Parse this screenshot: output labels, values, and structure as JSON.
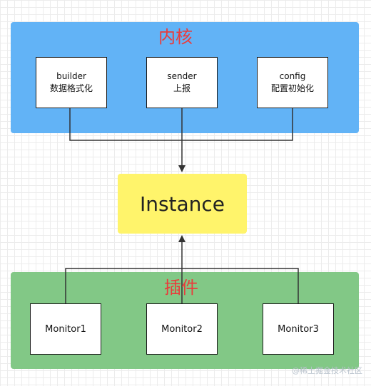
{
  "groups": {
    "core": {
      "title": "内核",
      "color": "#62b3f6"
    },
    "plugins": {
      "title": "插件",
      "color": "#82c886"
    }
  },
  "nodes": {
    "builder": {
      "line1": "builder",
      "line2": "数据格式化"
    },
    "sender": {
      "line1": "sender",
      "line2": "上报"
    },
    "config": {
      "line1": "config",
      "line2": "配置初始化"
    },
    "instance": {
      "label": "Instance",
      "color": "#fff46b"
    },
    "monitor1": {
      "label": "Monitor1"
    },
    "monitor2": {
      "label": "Monitor2"
    },
    "monitor3": {
      "label": "Monitor3"
    }
  },
  "title_color": "#ea3b3b",
  "watermark": "@稀土掘金技术社区"
}
